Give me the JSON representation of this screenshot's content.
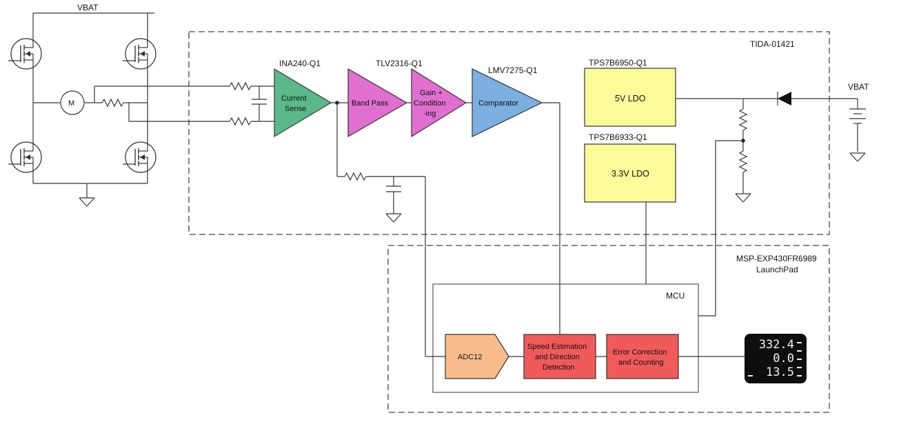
{
  "labels": {
    "vbat_top": "VBAT",
    "vbat_right": "VBAT",
    "tida": "TIDA-01421",
    "ina": "INA240-Q1",
    "tlv": "TLV2316-Q1",
    "lmv": "LMV7275-Q1",
    "tps50": "TPS7B6950-Q1",
    "tps33": "TPS7B6933-Q1",
    "msp_line1": "MSP-EXP430FR6989",
    "msp_line2": "LaunchPad",
    "mcu": "MCU",
    "motor": "M"
  },
  "blocks": {
    "current_sense": [
      "Current",
      "Sense"
    ],
    "band_pass": "Band Pass",
    "gain": [
      "Gain +",
      "Condition",
      "-ing"
    ],
    "comparator": "Comparator",
    "ldo5": "5V LDO",
    "ldo33": "3.3V LDO",
    "adc": "ADC12",
    "speed": [
      "Speed Estimation",
      "and Direction",
      "Detection"
    ],
    "error": [
      "Error Correction",
      "and Counting"
    ]
  },
  "lcd": {
    "lines": [
      "332.4",
      "0.0",
      "13.5"
    ]
  },
  "colors": {
    "current_sense": "#5bb88a",
    "band_pass": "#e06fd0",
    "comparator": "#7aafe0",
    "ldo": "#fbfb99",
    "adc": "#f8bb8b",
    "processing": "#f05a5a",
    "lcd_bg": "#0e0e0e"
  }
}
